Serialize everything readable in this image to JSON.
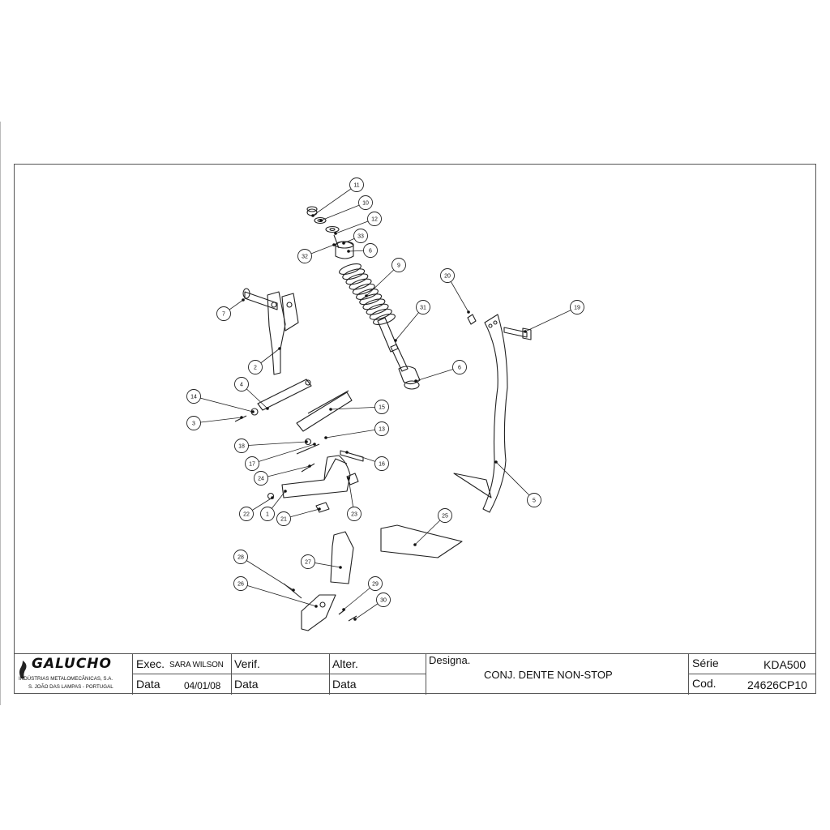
{
  "title_block": {
    "company": "GALUCHO",
    "company_line1": "INDÚSTRIAS METALOMECÂNICAS, S.A.",
    "company_line2": "S. JOÃO DAS LAMPAS - PORTUGAL",
    "exec_label": "Exec.",
    "exec_value": "SARA WILSON",
    "exec_date_label": "Data",
    "exec_date_value": "04/01/08",
    "verif_label": "Verif.",
    "verif_date_label": "Data",
    "alter_label": "Alter.",
    "alter_date_label": "Data",
    "designa_label": "Designa.",
    "designa_value": "CONJ. DENTE NON-STOP",
    "serie_label": "Série",
    "serie_value": "KDA500",
    "cod_label": "Cod.",
    "cod_value": "24626CP10"
  },
  "callouts": [
    "11",
    "10",
    "12",
    "33",
    "32",
    "6",
    "9",
    "20",
    "19",
    "31",
    "7",
    "2",
    "6",
    "4",
    "14",
    "3",
    "15",
    "13",
    "18",
    "17",
    "16",
    "24",
    "5",
    "22",
    "1",
    "21",
    "23",
    "25",
    "28",
    "27",
    "26",
    "29",
    "30"
  ]
}
